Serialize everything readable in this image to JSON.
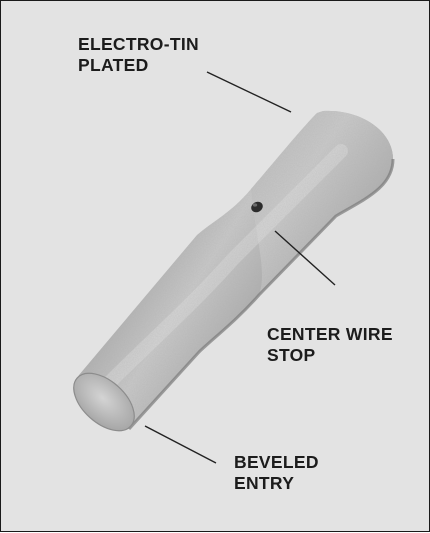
{
  "callouts": {
    "electro_tin": {
      "line1": "ELECTRO-TIN",
      "line2": "PLATED"
    },
    "center_wire_stop": {
      "line1": "CENTER WIRE",
      "line2": "STOP"
    },
    "beveled_entry": {
      "line1": "BEVELED",
      "line2": "ENTRY"
    }
  },
  "colors": {
    "background": "#e3e3e3",
    "border": "#1a1a1a",
    "text": "#1c1c1c",
    "leader_line": "#222222",
    "metal_light": "#d0d0d0",
    "metal_dark": "#8a8a8a"
  }
}
